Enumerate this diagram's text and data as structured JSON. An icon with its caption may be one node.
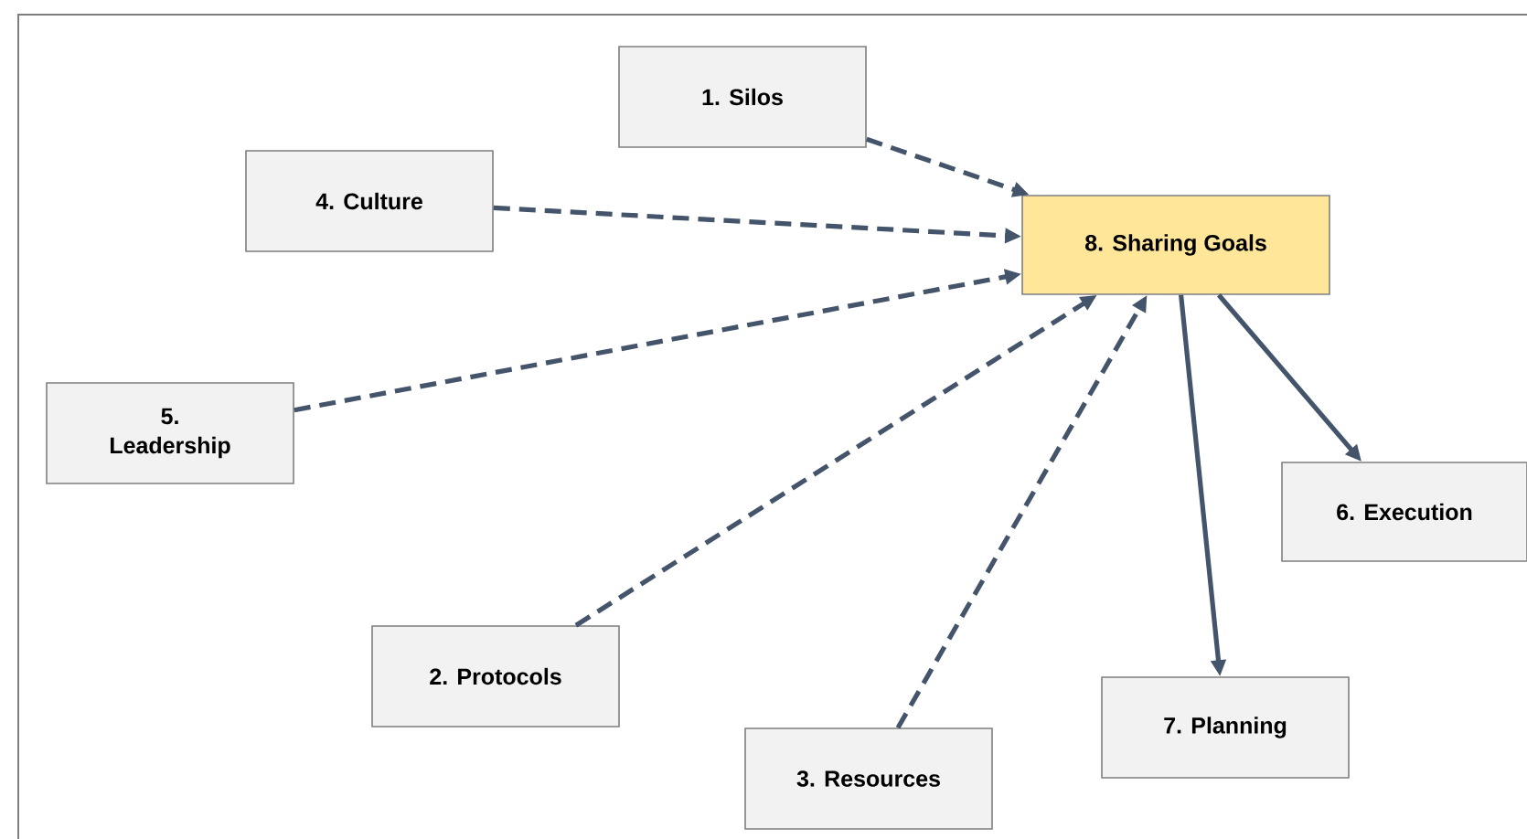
{
  "diagram": {
    "nodes": [
      {
        "text": [
          "1. Silos"
        ]
      },
      {
        "text": [
          "4. Culture"
        ]
      },
      {
        "text": [
          "8. Sharing Goals"
        ]
      },
      {
        "text": [
          "5. Leadership"
        ]
      },
      {
        "text": [
          "6. Execution"
        ]
      },
      {
        "text": [
          "2. Protocols"
        ]
      },
      {
        "text": [
          "7. Planning"
        ]
      },
      {
        "text": [
          "3. Resources"
        ]
      }
    ],
    "edges": [
      {
        "from": 0,
        "to": 2,
        "arrow": "to",
        "style": "dashed"
      },
      {
        "from": 1,
        "to": 2,
        "arrow": "to",
        "style": "dashed"
      },
      {
        "from": 3,
        "to": 2,
        "arrow": "to",
        "style": "dashed"
      },
      {
        "from": 5,
        "to": 2,
        "arrow": "to",
        "style": "dashed"
      },
      {
        "from": 7,
        "to": 2,
        "arrow": "to",
        "style": "dashed"
      },
      {
        "from": 2,
        "to": 4,
        "arrow": "to"
      },
      {
        "from": 2,
        "to": 6,
        "arrow": "to"
      }
    ]
  }
}
